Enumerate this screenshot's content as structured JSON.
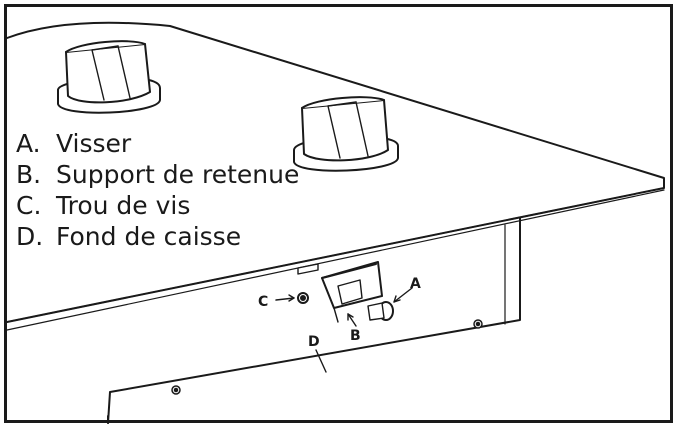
{
  "legend": [
    {
      "key": "A.",
      "text": "Visser"
    },
    {
      "key": "B.",
      "text": "Support de retenue"
    },
    {
      "key": "C.",
      "text": "Trou de vis"
    },
    {
      "key": "D.",
      "text": "Fond de caisse"
    }
  ],
  "callouts": {
    "a": "A",
    "b": "B",
    "c": "C",
    "d": "D"
  },
  "colors": {
    "line": "#1a1a1a",
    "knob_fill": "#ffffff",
    "shade": "#d9d9d9"
  }
}
